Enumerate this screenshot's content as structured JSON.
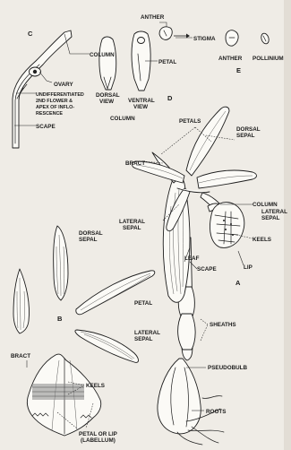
{
  "labels": {
    "c": "C",
    "column_c": "COLUMN",
    "ovary": "OVARY",
    "undiff_1": "UNDIFFERENTIATED",
    "undiff_2": "2ND FLOWER &",
    "undiff_3": "APEX OF INFLO-",
    "undiff_4": "RESCENCE",
    "scape_c": "SCAPE",
    "anther_top": "ANTHER",
    "stigma": "STIGMA",
    "anther_e": "ANTHER",
    "pollinium": "POLLINIUM",
    "e": "E",
    "dorsal_view_1": "DORSAL",
    "dorsal_view_2": "VIEW",
    "ventral_view_1": "VENTRAL",
    "ventral_view_2": "VIEW",
    "petal_d": "PETAL",
    "d": "D",
    "column_d": "COLUMN",
    "petals": "PETALS",
    "dorsal_sepal_1": "DORSAL",
    "dorsal_sepal_2": "SEPAL",
    "bract_a": "BRACT",
    "column_a": "COLUMN",
    "lateral_sepal_r1": "LATERAL",
    "lateral_sepal_r2": "SEPAL",
    "lateral_sepal_a1": "LATERAL",
    "lateral_sepal_a2": "SEPAL",
    "keels_a": "KEELS",
    "leaf": "LEAF",
    "lip_a": "LIP",
    "scape_a": "SCAPE",
    "a": "A",
    "dorsal_sepal_b1": "DORSAL",
    "dorsal_sepal_b2": "SEPAL",
    "petal_b": "PETAL",
    "sheaths": "SHEATHS",
    "b": "B",
    "lateral_sepal_b1": "LATERAL",
    "lateral_sepal_b2": "SEPAL",
    "pseudobulb": "PSEUDOBULB",
    "bract_b": "BRACT",
    "roots": "ROOTS",
    "keels_b": "KEELS",
    "petal_lip_1": "PETAL OR LIP",
    "petal_lip_2": "(LABELLUM)"
  }
}
